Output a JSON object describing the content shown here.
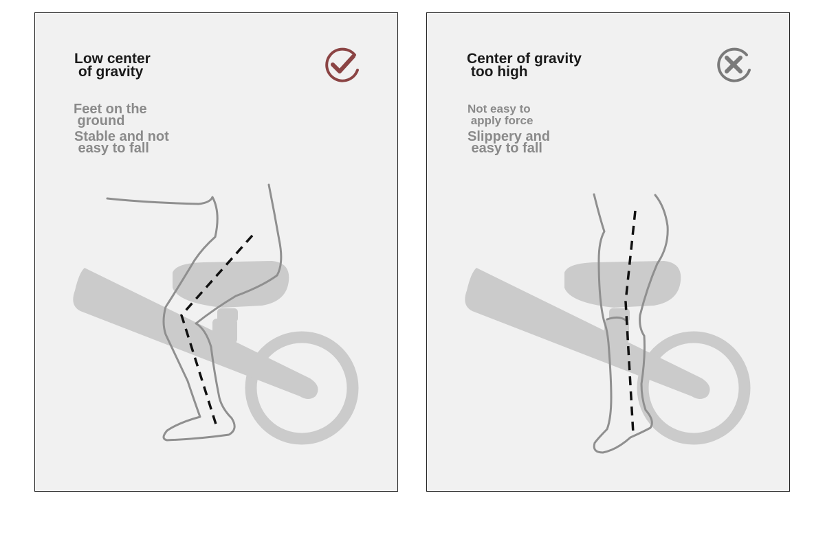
{
  "panels": [
    {
      "title": "Low center\n of gravity",
      "status": "correct",
      "status_color": "#8b4444",
      "points": [
        "Feet on the\n ground",
        "Stable and not\n easy to fall"
      ]
    },
    {
      "title": "Center of gravity\n too high",
      "status": "incorrect",
      "status_color": "#7a7a7a",
      "points": [
        "Not easy to\n apply force",
        "Slippery and\n easy to fall"
      ]
    }
  ],
  "colors": {
    "bike": "#cbcbcb",
    "outline": "#8f8f8f",
    "line": "#111111"
  }
}
